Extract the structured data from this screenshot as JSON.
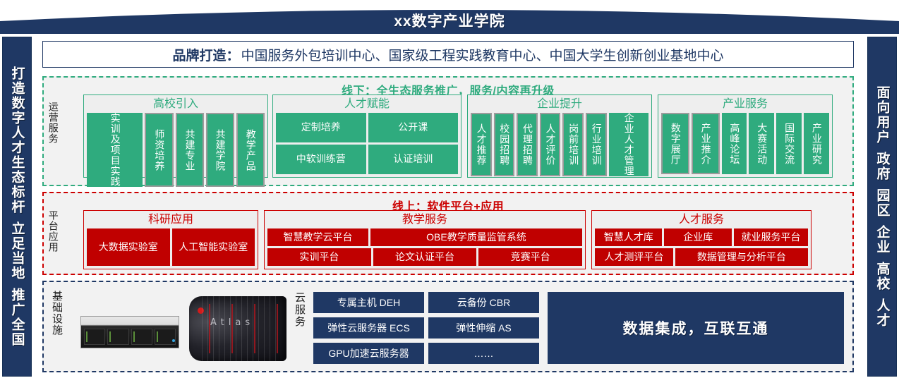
{
  "header": {
    "title": "xx数字产业学院"
  },
  "left_pillar": {
    "groups": [
      "打造数字人才生态标杆",
      "立足当地",
      "推广全国"
    ]
  },
  "right_pillar": {
    "groups": [
      "面向用户",
      "政府",
      "园区",
      "企业",
      "高校",
      "人才"
    ]
  },
  "brand": {
    "label": "品牌打造：",
    "text": "中国服务外包培训中心、国家级工程实践教育中心、中国大学生创新创业基地中心"
  },
  "offline": {
    "title": "线下：全生态服务推广，服务/内容再升级",
    "side_label": "运营服务",
    "groups": [
      {
        "title": "高校引入",
        "layout": "vertical",
        "items": [
          {
            "text": "实训及项目实践",
            "wide": true,
            "bordered": false
          },
          {
            "text": "师资培养",
            "wide": false,
            "bordered": true
          },
          {
            "text": "共建专业",
            "wide": false,
            "bordered": true
          },
          {
            "text": "共建学院",
            "wide": false,
            "bordered": true
          },
          {
            "text": "教学产品",
            "wide": false,
            "bordered": true
          }
        ]
      },
      {
        "title": "人才赋能",
        "layout": "grid",
        "rows": [
          [
            "定制培养",
            "公开课"
          ],
          [
            "中软训练营",
            "认证培训"
          ]
        ]
      },
      {
        "title": "企业提升",
        "layout": "vertical",
        "items": [
          {
            "text": "人才推荐",
            "wide": false,
            "bordered": true
          },
          {
            "text": "校园招聘",
            "wide": false,
            "bordered": true
          },
          {
            "text": "代理招聘",
            "wide": false,
            "bordered": true
          },
          {
            "text": "人才评价",
            "wide": false,
            "bordered": true
          },
          {
            "text": "岗前培训",
            "wide": false,
            "bordered": true
          },
          {
            "text": "行业培训",
            "wide": false,
            "bordered": true
          },
          {
            "text": "企业人才管理",
            "wide": true,
            "bordered": false
          }
        ]
      },
      {
        "title": "产业服务",
        "layout": "vertical",
        "items": [
          {
            "text": "数字展厅",
            "wide": false,
            "bordered": true
          },
          {
            "text": "产业推介",
            "wide": false,
            "bordered": true
          },
          {
            "text": "高峰论坛",
            "wide": false,
            "bordered": false
          },
          {
            "text": "大赛活动",
            "wide": false,
            "bordered": false
          },
          {
            "text": "国际交流",
            "wide": false,
            "bordered": false
          },
          {
            "text": "产业研究",
            "wide": false,
            "bordered": false
          }
        ]
      }
    ]
  },
  "online": {
    "title": "线上：软件平台+应用",
    "side_label": "平台应用",
    "groups": [
      {
        "title": "科研应用",
        "rows": [
          [
            {
              "text": "大数据实验室",
              "flex": 1
            },
            {
              "text": "人工智能实验室",
              "flex": 1
            }
          ]
        ]
      },
      {
        "title": "教学服务",
        "rows": [
          [
            {
              "text": "智慧教学云平台",
              "flex": 1
            },
            {
              "text": "OBE教学质量监管系统",
              "flex": 2.1
            }
          ],
          [
            {
              "text": "实训平台",
              "flex": 1
            },
            {
              "text": "论文认证平台",
              "flex": 1
            },
            {
              "text": "竞赛平台",
              "flex": 1
            }
          ]
        ]
      },
      {
        "title": "人才服务",
        "rows": [
          [
            {
              "text": "智慧人才库",
              "flex": 1
            },
            {
              "text": "企业库",
              "flex": 1
            },
            {
              "text": "就业服务平台",
              "flex": 1.1
            }
          ],
          [
            {
              "text": "人才测评平台",
              "flex": 1
            },
            {
              "text": "数据管理与分析平台",
              "flex": 1.7
            }
          ]
        ]
      }
    ]
  },
  "infrastructure": {
    "side_label": "基础设施",
    "server_brand": "Atlas",
    "cloud_label": "云服务",
    "cloud_services": [
      "专属主机 DEH",
      "云备份 CBR",
      "弹性云服务器 ECS",
      "弹性伸缩 AS",
      "GPU加速云服务器",
      "……"
    ],
    "integration_text": "数据集成，互联互通"
  },
  "colors": {
    "navy": "#1f3864",
    "green": "#2fab7e",
    "red": "#c00000",
    "red_border": "#cc0000",
    "panel": "#f2f2f2",
    "group_bg": "#eeeeee"
  }
}
